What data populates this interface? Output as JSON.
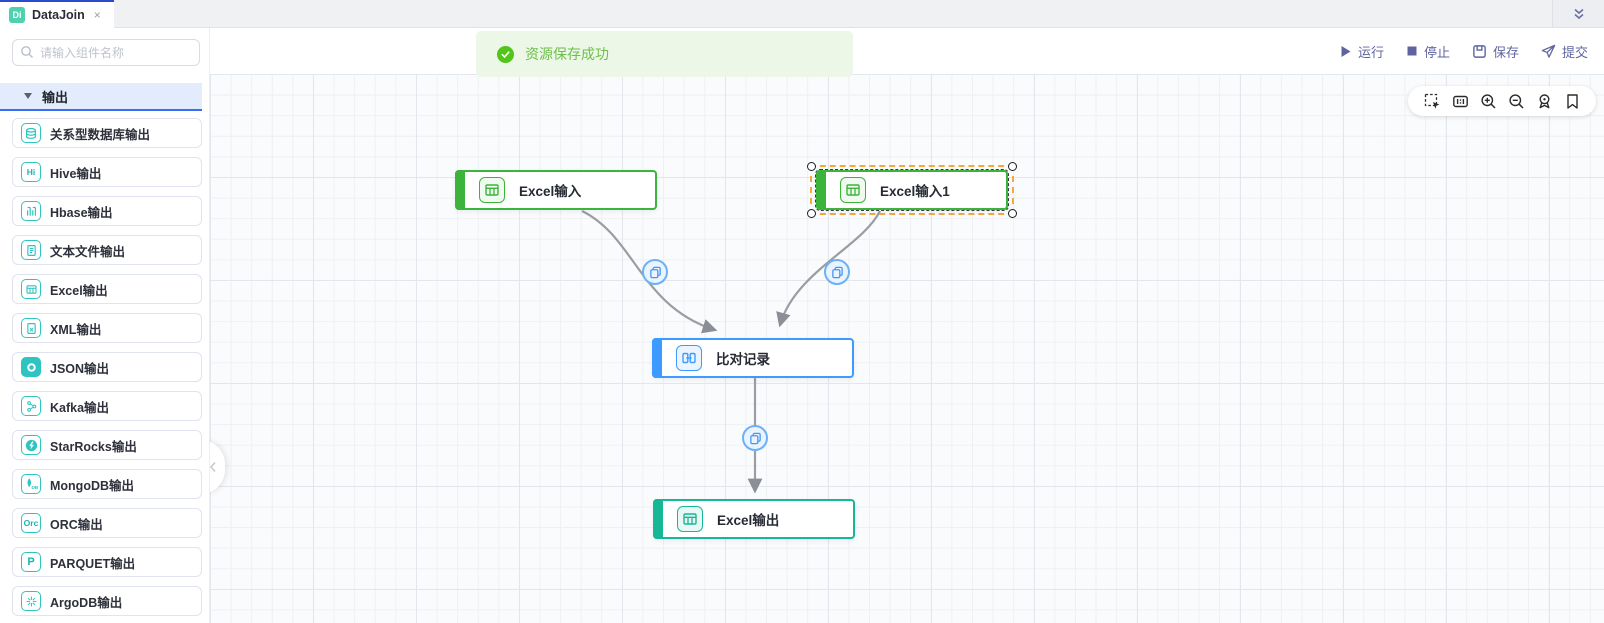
{
  "tab_bar": {
    "active_tab": {
      "badge": "Di",
      "title": "DataJoin",
      "close_icon": "×"
    },
    "collapse_all_icon": "double-chevron-down"
  },
  "sidebar": {
    "search": {
      "placeholder": "请输入组件名称"
    },
    "section_header": {
      "label": "输出"
    },
    "items": [
      {
        "label": "关系型数据库输出",
        "icon": "relational-db-icon"
      },
      {
        "label": "Hive输出",
        "icon": "hive-icon",
        "icon_text": "Hi"
      },
      {
        "label": "Hbase输出",
        "icon": "hbase-icon"
      },
      {
        "label": "文本文件输出",
        "icon": "text-file-icon"
      },
      {
        "label": "Excel输出",
        "icon": "excel-table-icon"
      },
      {
        "label": "XML输出",
        "icon": "xml-file-icon",
        "icon_text": "x"
      },
      {
        "label": "JSON输出",
        "icon": "json-icon"
      },
      {
        "label": "Kafka输出",
        "icon": "kafka-icon"
      },
      {
        "label": "StarRocks输出",
        "icon": "starrocks-icon"
      },
      {
        "label": "MongoDB输出",
        "icon": "mongodb-icon",
        "icon_text": "DB"
      },
      {
        "label": "ORC输出",
        "icon": "orc-icon",
        "icon_text": "Orc"
      },
      {
        "label": "PARQUET输出",
        "icon": "parquet-icon",
        "icon_text": "P"
      },
      {
        "label": "ArgoDB输出",
        "icon": "argodb-icon"
      }
    ]
  },
  "header": {
    "toast": {
      "message": "资源保存成功",
      "icon": "success-check-icon"
    },
    "actions": [
      {
        "label": "运行",
        "icon": "play-icon"
      },
      {
        "label": "停止",
        "icon": "stop-icon"
      },
      {
        "label": "保存",
        "icon": "save-icon"
      },
      {
        "label": "提交",
        "icon": "submit-icon"
      }
    ]
  },
  "canvas": {
    "toolbar_icons": [
      "marquee-select-icon",
      "minimap-icon",
      "zoom-in-icon",
      "zoom-out-icon",
      "locate-icon",
      "bookmark-icon"
    ],
    "nodes": [
      {
        "label": "Excel输入",
        "type": "input",
        "color": "#3cb43c",
        "selected": false
      },
      {
        "label": "Excel输入1",
        "type": "input",
        "color": "#3cb43c",
        "selected": true
      },
      {
        "label": "比对记录",
        "type": "compare",
        "color": "#3d9bff",
        "selected": false
      },
      {
        "label": "Excel输出",
        "type": "output",
        "color": "#16b795",
        "selected": false
      }
    ],
    "edges": [
      {
        "from": "Excel输入",
        "to": "比对记录",
        "badge_icon": "copy-icon"
      },
      {
        "from": "Excel输入1",
        "to": "比对记录",
        "badge_icon": "copy-icon"
      },
      {
        "from": "比对记录",
        "to": "Excel输出",
        "badge_icon": "copy-icon"
      }
    ]
  },
  "colors": {
    "node_green": "#3cb43c",
    "node_blue": "#3d9bff",
    "node_teal": "#16b795",
    "sidebar_icon_teal": "#2fc4c1",
    "toolbar_purple": "#5f64a0",
    "toast_green": "#67c23a",
    "selection_orange": "#f5a83c",
    "tab_accent_blue": "#2b4acb",
    "section_underline_blue": "#3d6df5",
    "edge_gray": "#9a9ea3"
  }
}
